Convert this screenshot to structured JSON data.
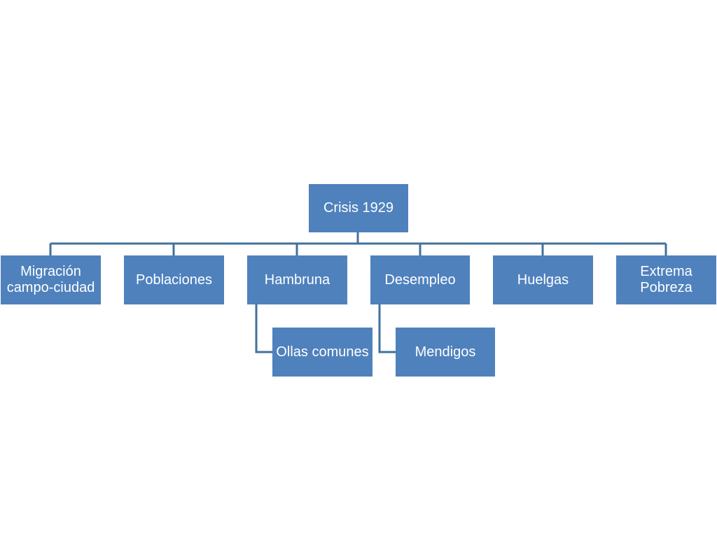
{
  "root": {
    "label": "Crisis 1929"
  },
  "children": [
    {
      "label": "Migración\ncampo-ciudad"
    },
    {
      "label": "Poblaciones"
    },
    {
      "label": "Hambruna",
      "sub": {
        "label": "Ollas comunes"
      }
    },
    {
      "label": "Desempleo",
      "sub": {
        "label": "Mendigos"
      }
    },
    {
      "label": "Huelgas"
    },
    {
      "label": "Extrema\nPobreza"
    }
  ],
  "colors": {
    "node_fill": "#4f81bd",
    "connector": "#41719c",
    "text": "#ffffff",
    "background": "#ffffff"
  }
}
